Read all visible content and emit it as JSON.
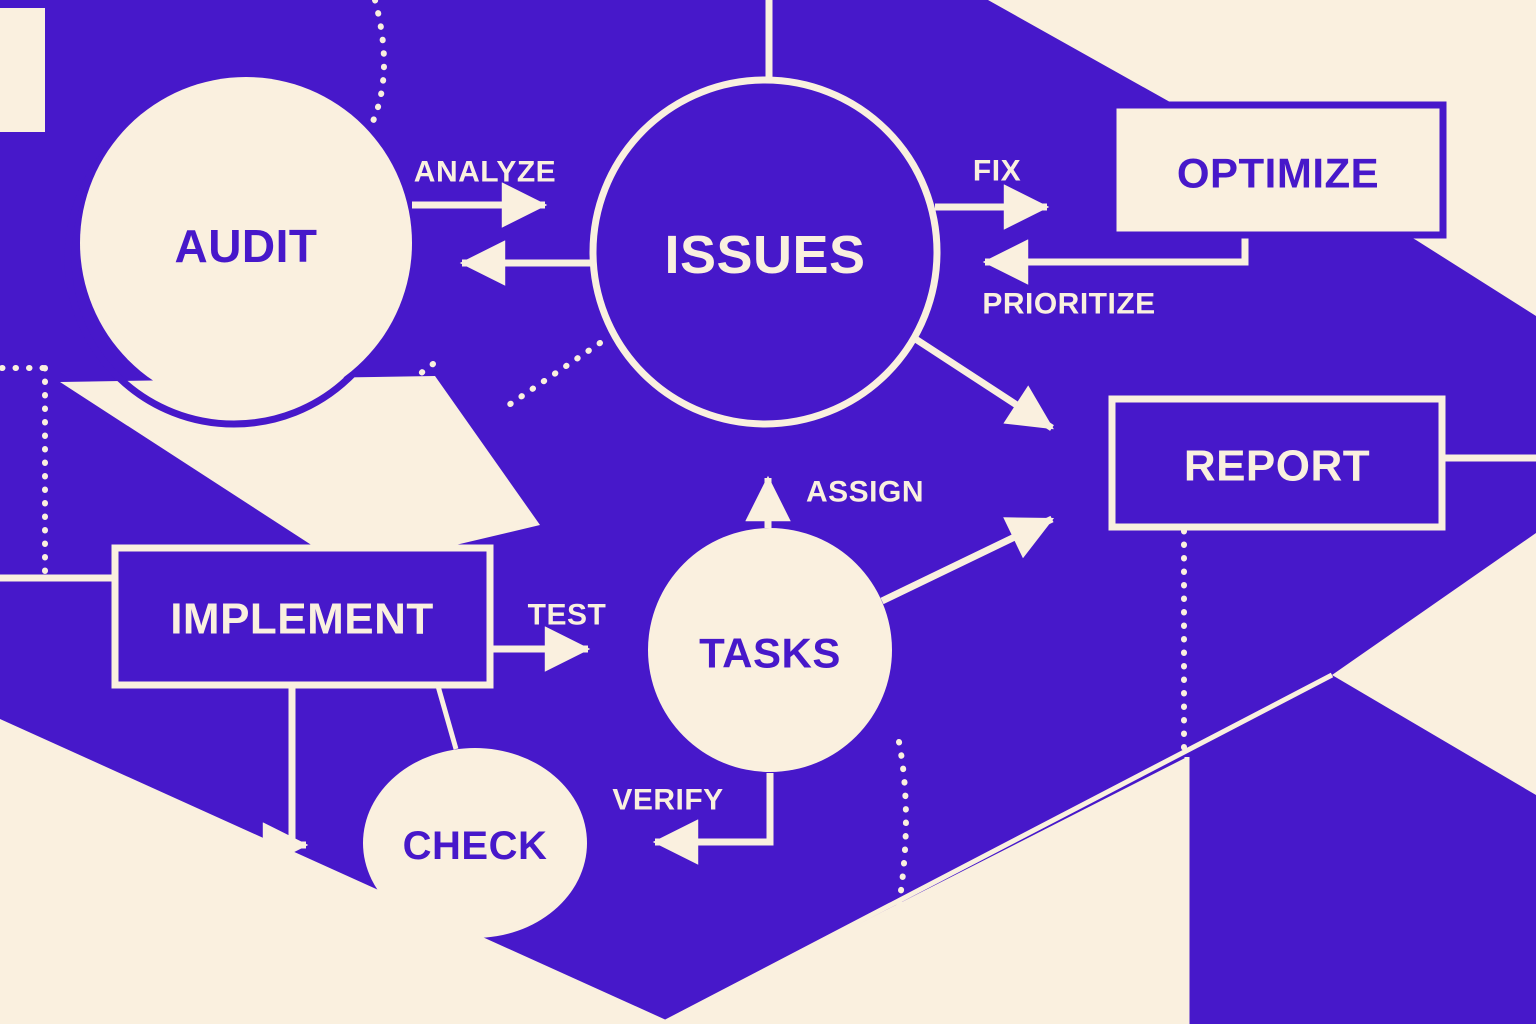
{
  "diagram": {
    "type": "flowchart",
    "nodes": {
      "audit": {
        "label": "AUDIT",
        "shape": "circle",
        "fill": "cream"
      },
      "issues": {
        "label": "ISSUES",
        "shape": "circle",
        "fill": "purple"
      },
      "optimize": {
        "label": "OPTIMIZE",
        "shape": "rectangle",
        "fill": "cream"
      },
      "report": {
        "label": "REPORT",
        "shape": "rectangle",
        "fill": "purple"
      },
      "implement": {
        "label": "IMPLEMENT",
        "shape": "rectangle",
        "fill": "purple"
      },
      "tasks": {
        "label": "TASKS",
        "shape": "circle",
        "fill": "cream"
      },
      "check": {
        "label": "CHECK",
        "shape": "ellipse",
        "fill": "cream"
      }
    },
    "edges": {
      "analyze": {
        "label": "ANALYZE",
        "from": "audit",
        "to": "issues"
      },
      "audit_back": {
        "label": "",
        "from": "issues",
        "to": "audit"
      },
      "fix": {
        "label": "FIX",
        "from": "issues",
        "to": "optimize"
      },
      "prioritize": {
        "label": "PRIORITIZE",
        "from": "optimize",
        "to": "issues"
      },
      "assign": {
        "label": "ASSIGN",
        "from": "tasks",
        "to": "issues"
      },
      "issues_report": {
        "label": "",
        "from": "issues",
        "to": "report"
      },
      "tasks_report": {
        "label": "",
        "from": "tasks",
        "to": "report"
      },
      "test": {
        "label": "TEST",
        "from": "implement",
        "to": "tasks"
      },
      "verify": {
        "label": "VERIFY",
        "from": "tasks",
        "to": "check"
      },
      "implement_check": {
        "label": "",
        "from": "implement",
        "to": "check"
      }
    },
    "colors": {
      "purple": "#4718CA",
      "cream": "#FAF0DF"
    }
  }
}
